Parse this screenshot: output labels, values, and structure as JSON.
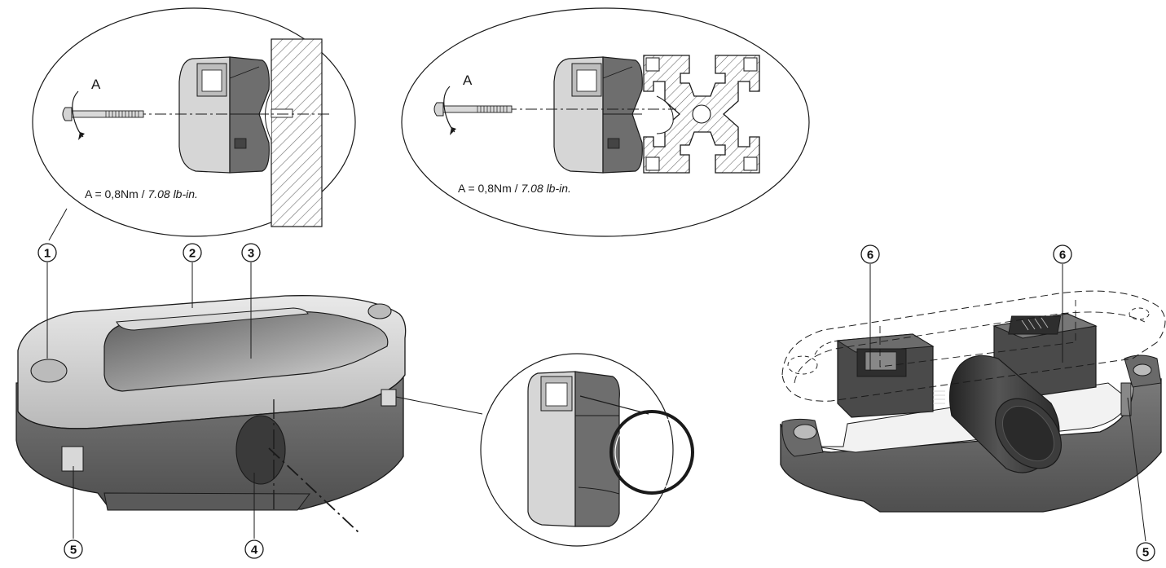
{
  "detail_left": {
    "rotation_label": "A",
    "torque": {
      "prefix": "A = 0,8Nm / ",
      "value_italic": "7.08 lb-in."
    }
  },
  "detail_right": {
    "rotation_label": "A",
    "torque": {
      "prefix": "A = 0,8Nm / ",
      "value_italic": "7.08 lb-in."
    }
  },
  "callouts": {
    "c1": "1",
    "c2": "2",
    "c3": "3",
    "c4": "4",
    "c5_left": "5",
    "c6_left": "6",
    "c6_right": "6",
    "c5_right": "5"
  },
  "colors": {
    "line": "#1a1a1a",
    "light_body": "#cfcfcf",
    "dark_body": "#6b6b6b",
    "darker_body": "#4a4a4a",
    "connector": "#555555",
    "hatch": "#7a7a7a"
  }
}
